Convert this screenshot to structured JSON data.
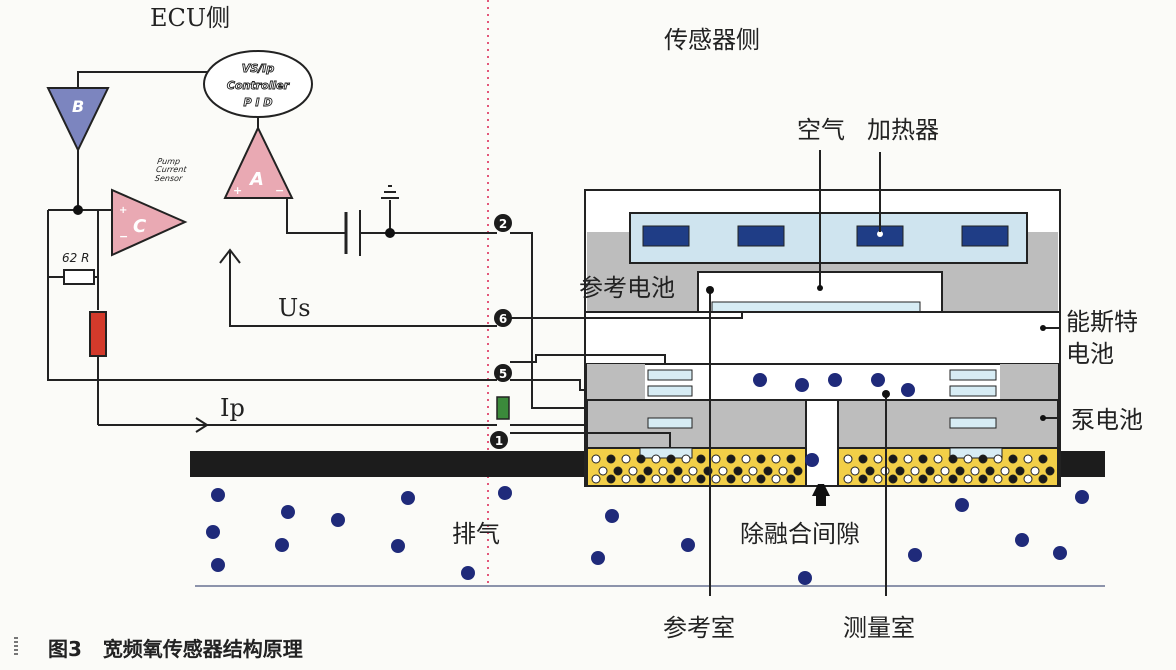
{
  "labels": {
    "ecu_side": "ECU侧",
    "sensor_side": "传感器侧",
    "air": "空气",
    "heater": "加热器",
    "reference_cell": "参考电池",
    "nernst_cell": "能斯特\n电池",
    "pump_cell": "泵电池",
    "us": "Us",
    "ip": "Ip",
    "exhaust": "排气",
    "diffusion_gap": "除融合间隙",
    "reference_chamber": "参考室",
    "measurement_chamber": "测量室",
    "resistor": "62 R",
    "pump_current_sensor": "Pump\nCurrent\nSensor"
  },
  "controller": {
    "line1": "VS/Ip",
    "line2": "Controller",
    "line3": "P I D"
  },
  "amplifiers": {
    "a": "A",
    "b": "B",
    "c": "C"
  },
  "pins": [
    "2",
    "6",
    "5",
    "1"
  ],
  "caption": {
    "figure": "图3",
    "text": "宽频氧传感器结构原理"
  },
  "colors": {
    "amp_a": "#e9a9b3",
    "amp_b": "#7c85bf",
    "amp_c": "#e9a9b3",
    "sensor_gray": "#bdbdbd",
    "heater_element": "#1f3d86",
    "heater_body": "#cfe4ef",
    "electrode": "#d7ecf4",
    "ceramic": "#f2cf48",
    "exhaust_dot": "#1f2a7a",
    "resistor_red": "#d33a2b",
    "resistor_green": "#3b8a3b",
    "divider": "#e3577a"
  }
}
